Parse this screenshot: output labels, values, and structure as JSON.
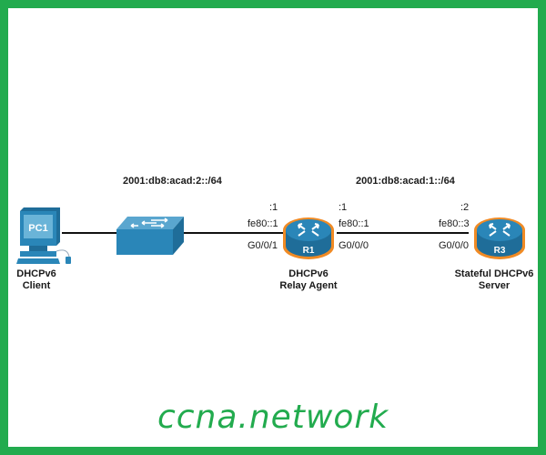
{
  "colors": {
    "brand": "#22ab4e",
    "device_blue": "#2a7aa8",
    "router_ring": "#f08a24"
  },
  "networks": [
    {
      "name": "lan",
      "prefix": "2001:db8:acad:2::/64"
    },
    {
      "name": "wan",
      "prefix": "2001:db8:acad:1::/64"
    }
  ],
  "devices": {
    "pc1": {
      "label": "PC1",
      "role": [
        "DHCPv6",
        "Client"
      ],
      "icon": "pc-icon"
    },
    "switch": {
      "icon": "switch-icon"
    },
    "r1": {
      "label": "R1",
      "role": [
        "DHCPv6",
        "Relay Agent"
      ],
      "icon": "router-icon",
      "left_if": {
        "gua": ":1",
        "lla": "fe80::1",
        "name": "G0/0/1"
      },
      "right_if": {
        "gua": ":1",
        "lla": "fe80::1",
        "name": "G0/0/0"
      }
    },
    "r3": {
      "label": "R3",
      "role": [
        "Stateful DHCPv6",
        "Server"
      ],
      "icon": "router-icon",
      "left_if": {
        "gua": ":2",
        "lla": "fe80::3",
        "name": "G0/0/0"
      }
    }
  },
  "footer": {
    "brand_text": "ccna.network"
  }
}
